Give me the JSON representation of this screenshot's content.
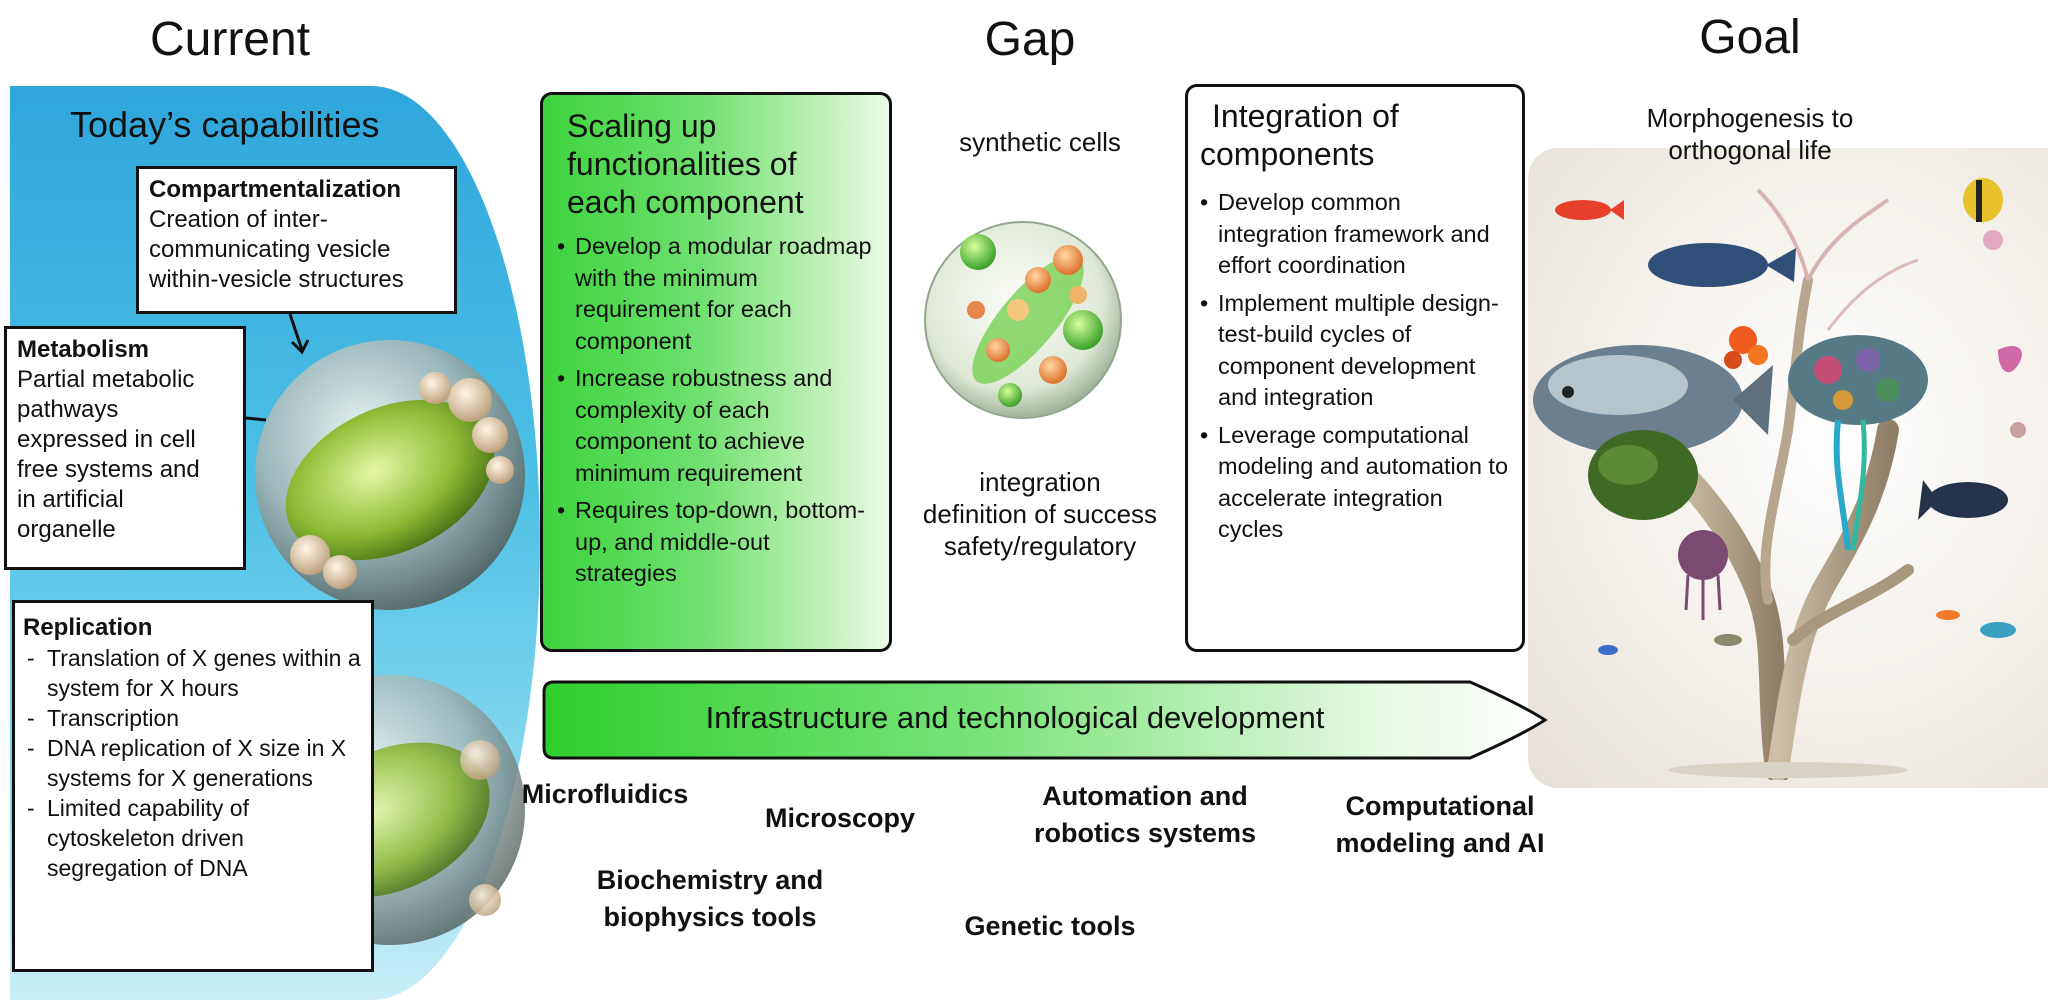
{
  "headers": {
    "current": "Current",
    "gap": "Gap",
    "goal": "Goal"
  },
  "left": {
    "panel_title": "Today’s capabilities",
    "compartmentalization": {
      "title": "Compartmentalization",
      "text": [
        "Creation of inter-",
        "communicating vesicle",
        "within-vesicle structures"
      ]
    },
    "metabolism": {
      "title": "Metabolism",
      "text": [
        "Partial metabolic",
        "pathways",
        "expressed in cell",
        "free systems and",
        "in artificial",
        "organelle"
      ]
    },
    "replication": {
      "title": "Replication",
      "items": [
        "Translation of X genes within a system for X hours",
        "Transcription",
        "DNA replication of X size in X systems for X generations",
        "Limited capability of cytoskeleton driven segregation of DNA"
      ]
    }
  },
  "scaling": {
    "title_lines": [
      "Scaling up",
      "functionalities of",
      "each component"
    ],
    "bullets": [
      "Develop a modular roadmap with the minimum requirement for each component",
      "Increase robustness and complexity of each component to achieve minimum requirement",
      "Requires top-down, bottom-up, and middle-out strategies"
    ]
  },
  "middle": {
    "top_label": "synthetic cells",
    "bottom_lines": [
      "integration",
      "definition of success",
      "safety/regulatory"
    ]
  },
  "integration": {
    "title_lines": [
      "Integration of",
      "components"
    ],
    "bullets": [
      "Develop common integration framework and effort coordination",
      "Implement multiple design-test-build cycles of component development and integration",
      "Leverage computational modeling and automation to accelerate integration cycles"
    ]
  },
  "goal": {
    "caption_lines": [
      "Morphogenesis to",
      "orthogonal life"
    ]
  },
  "arrow_label": "Infrastructure and technological development",
  "tools": {
    "microfluidics": "Microfluidics",
    "microscopy": "Microscopy",
    "biochem": [
      "Biochemistry and",
      "biophysics tools"
    ],
    "automation": [
      "Automation and",
      "robotics systems"
    ],
    "genetic": "Genetic tools",
    "computational": [
      "Computational",
      "modeling and AI"
    ]
  },
  "colors": {
    "panel_blue": "#2fa6dc",
    "box_green": "#3dd33d",
    "arrow_green": "#44d944"
  }
}
